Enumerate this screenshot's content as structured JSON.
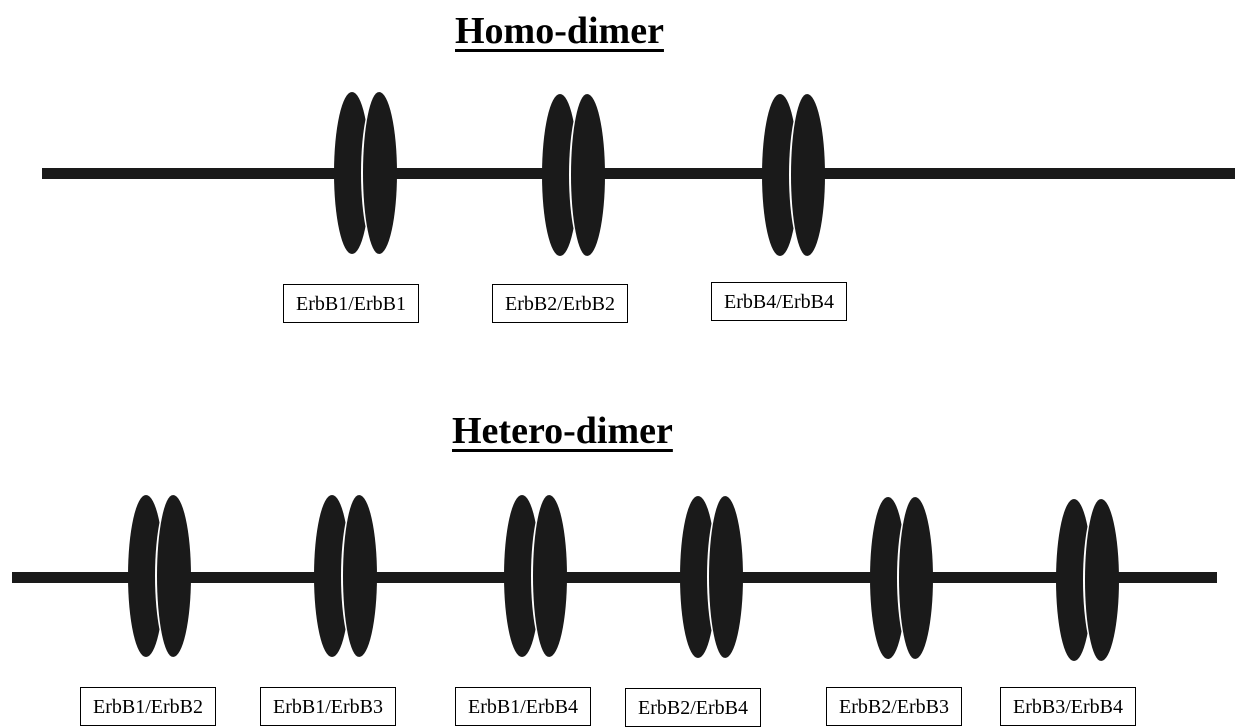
{
  "homo": {
    "title": "Homo-dimer",
    "dimers": [
      {
        "label": "ErbB1/ErbB1"
      },
      {
        "label": "ErbB2/ErbB2"
      },
      {
        "label": "ErbB4/ErbB4"
      }
    ]
  },
  "hetero": {
    "title": "Hetero-dimer",
    "dimers": [
      {
        "label": "ErbB1/ErbB2"
      },
      {
        "label": "ErbB1/ErbB3"
      },
      {
        "label": "ErbB1/ErbB4"
      },
      {
        "label": "ErbB2/ErbB4"
      },
      {
        "label": "ErbB2/ErbB3"
      },
      {
        "label": "ErbB3/ErbB4"
      }
    ]
  },
  "colors": {
    "receptor": "#1a1a1a",
    "membrane": "#1a1a1a",
    "background": "#ffffff"
  }
}
